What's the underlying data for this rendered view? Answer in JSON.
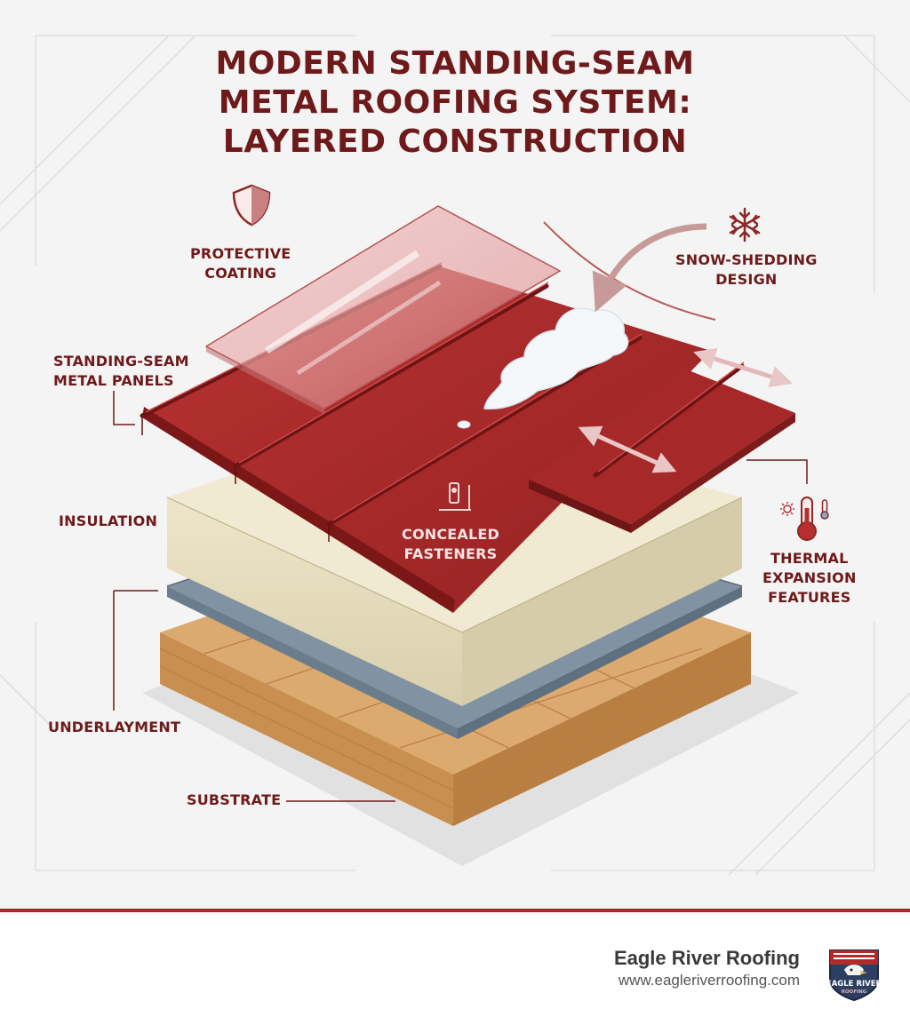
{
  "title": {
    "line1": "MODERN STANDING-SEAM",
    "line2": "METAL ROOFING SYSTEM:",
    "line3": "LAYERED CONSTRUCTION"
  },
  "labels": {
    "protective_coating": [
      "PROTECTIVE",
      "COATING"
    ],
    "snow_shedding": [
      "SNOW-SHEDDING",
      "DESIGN"
    ],
    "standing_seam": [
      "STANDING-SEAM",
      "METAL PANELS"
    ],
    "insulation": "INSULATION",
    "concealed_fasteners": [
      "CONCEALED",
      "FASTENERS"
    ],
    "thermal_expansion": [
      "THERMAL",
      "EXPANSION",
      "FEATURES"
    ],
    "underlayment": "UNDERLAYMENT",
    "substrate": "SUBSTRATE"
  },
  "footer": {
    "brand": "Eagle River Roofing",
    "url": "www.eagleriverroofing.com",
    "logo_text": "EAGLE RIVER",
    "logo_subtext": "ROOFING"
  },
  "colors": {
    "accent": "#7a1c1c",
    "metal": "#a52a2a",
    "insulation": "#efe8cf",
    "underlayment": "#7d8f9e",
    "substrate": "#d9a66a"
  },
  "icons": [
    "shield-icon",
    "snowflake-icon",
    "fastener-icon",
    "thermometer-icon",
    "sun-icon"
  ]
}
